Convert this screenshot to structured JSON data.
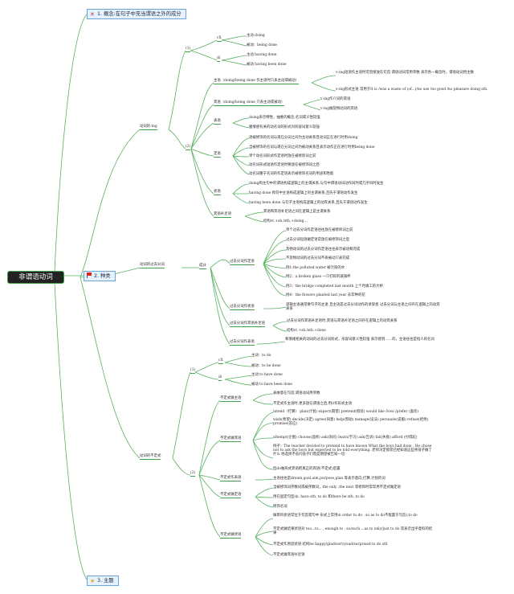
{
  "root": "非谓语动词",
  "tabs": {
    "t1": "1. 概念:在句子中充当谓语之外的成分",
    "t2": "2. 种类",
    "t3": "3. 主题"
  },
  "ing": {
    "label": "动词的-ing",
    "cl": "(1)",
    "cx": "cX",
    "cx_a": "主动 doing",
    "cx_b": "被动：being done",
    "di": "di",
    "di_a": "主动 having done",
    "di_b": "被动 having been done",
    "b": "(2)",
    "subj": "主语（doing/being done 作主语时只表主动或被动）",
    "subj_1": "v-ing短语作主语时可直接放在句首 谓语动词常用单数 表示各一概念时，谓语动词用主数",
    "subj_2": "v-ing形式主语 常用于It is /was a waste of (of...)/no use /no good /no pleasure doing sth.",
    "pred": "宾语（doing/being done 只表主动或被动）",
    "pred_1": "v-ing作介词的宾语",
    "pred_2": "v-ing做及物动词的宾语",
    "biao": "表语",
    "biao_1": "doing表示特性、抽象的概念,名词或义性较强",
    "biao_2": "腿情感有关的动名词的形式对形容词意义较强",
    "ding": "定语",
    "ding_1": "语被修饰的名词与现在分词之间为主动关系且动词正在进行时用doing",
    "ding_2": "当被修饰的名词与现在分词之间为被动关系且表示动作正在进行时用being done",
    "ding_3": "单个动名词形式作定语时放在被修饰词之前",
    "ding_4": "动名词形式短语作定语时要放在被修饰词之后",
    "ding_5": "动名词腰于名词的作定语表示被修饰名词的用途和性能",
    "zhuang": "状语",
    "zhuang_1": "doing和主句中的谓语构成逻辑上的主谓关系,与句中谓语动词动作同时或几乎同时发生",
    "zhuang_2": "having done 和句中主语构成逻辑上的主谓关系,且先于谓语动作发生",
    "zhuang_3": "having been done 与句子主语构成逻辑上的动宾关系,且先于谓语动作发生",
    "buzhu": "宾语补足语",
    "buzhu_1": "宾语和宾语补足语之间在逻辑上是主谓关系",
    "buzhu_2": "结构vt.+sb./sth.+doing..."
  },
  "past": {
    "label": "动词的过去分词",
    "chengfen": "成分",
    "ding": "过去分词作定语",
    "d1": "单个过去分词作定语往往放在被修饰词之前",
    "d2": "过去分词短语做定语常放在被修饰词之后",
    "d3": "及物动词的过去分词作定语往往表示被动和完成",
    "d4": "不及物动词的过去分词不表被动只表完成",
    "d5": "例1:the polluted water 被污染的水",
    "d6": "例2：a broken glass 一只打碎的玻璃杯",
    "d7": "例3：the bridge completed last month 上个月竣工的大桥",
    "d8": "例4：the flowers planted last year 去年种的花",
    "zhuang": "过去分词作状语",
    "zh1": "逻辑主语通常要句子的主语 且主语是过去分词动作的承受者 过去分词与主语之间存在逻辑上的动宾关系",
    "buzhu": "过去分词作宾语补足语",
    "bz1": "过去分词作宾语补足语时,宾语与宾语补足语之间存在逻辑上的动宾关系",
    "bz2": "结构vt.+sb./sth.+done",
    "biao": "过去分词作表语",
    "bi1": "和情绪相关的动词的过去分词形式，形容词意义性较强 表示感到……的，主语往往是指人的名词"
  },
  "inf": {
    "label": "动词的不定式",
    "cl": "(1)",
    "cx": "cX",
    "cx_a": "主动：to do",
    "cx_b": "被动：to be done",
    "di": "di",
    "di_a": "主动 to have done",
    "di_b": "被动 to have been done",
    "b": "(2)",
    "subj": "不定式做主语",
    "subj_1": "表故意在句首,谓语动词用单数",
    "subj_2": "不定式作主语时,更多放在谓语之后,用it作形式主语",
    "obj": "不定式做宾语",
    "obj_1": "intend（打算） plan(计划) expect(期望) pretend(假装) would like /love /prefer (喜欢)",
    "obj_2": "wish(希望) decide(决定) agree(同意) help(帮助) manage(设法) persuade(说服) refuse(拒绝) promise(答应)",
    "obj_3": "attempt(企图) choose(选择) ask(询问) learn(学习) ask(告诉) fail(失败) afford (付得起)",
    "obj_4": "例子：The teacher decided to pretend to have known What the boys had done . He chose not to ask the boys but expected to be told everything. 老师决定假装已经知道这些男孩子做了什么 他选择不去问孩子们而是期望被告知一切",
    "obj_5": "但do做形式宾语把真正的宾语(不定式)后置",
    "biao": "不定式作表语",
    "biao_1": "主语往往是dream,goal,aim,purpose,plan 等表示意向,打算,计划的词",
    "ding": "不定式做定语",
    "ding_1": "当被修饰词序数词或被序数词，the only ,the next 等修饰时常常用不定式做定语",
    "ding_2": "用在固定句型sb. have sth. to do 和there be sth. to do",
    "ding_3": "修饰名词",
    "zhuang": "不定式做状语",
    "zh_1": "做目的状语常位于句首或句中 形式上常用in order to do , so as to do不能置于句首),to do",
    "zh_2": "不定式做结果状语对 too...to... , enough to , so/such ...as to only/just to do 常表示出乎意料的结果",
    "zh_3": "不定式作原因状语 结构be happy/glad/sorry/sad/surprised to do sth",
    "zh_4": "不定式做宾语补足语"
  }
}
